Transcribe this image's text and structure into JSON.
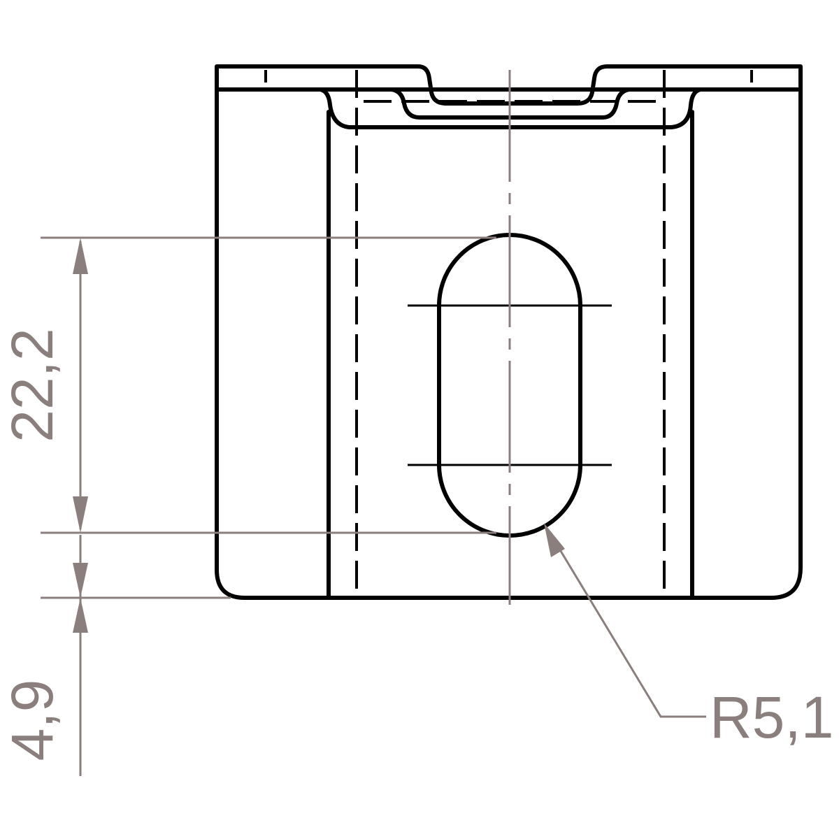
{
  "dimensions": {
    "slot_length": "22,2",
    "bottom_offset": "4,9",
    "slot_radius": "R5,1"
  },
  "colors": {
    "object_line": "#000000",
    "dimension_line": "#8a7f7c",
    "background": "#ffffff"
  }
}
